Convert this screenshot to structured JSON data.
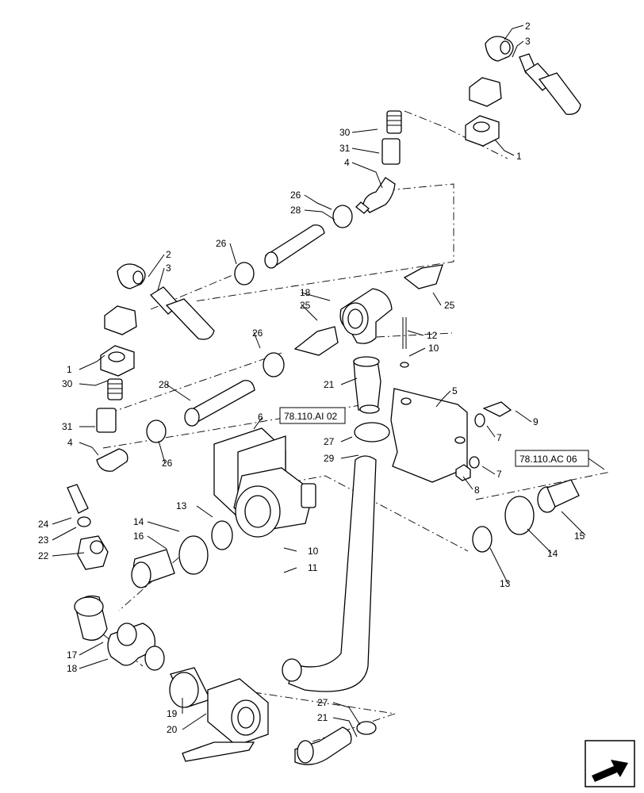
{
  "references": {
    "ref_a": "78.110.AI 02",
    "ref_b": "78.110.AC 06"
  },
  "callouts": {
    "c1a": "1",
    "c1b": "1",
    "c2a": "2",
    "c2b": "2",
    "c3a": "3",
    "c3b": "3",
    "c4a": "4",
    "c4b": "4",
    "c5": "5",
    "c6": "6",
    "c7a": "7",
    "c7b": "7",
    "c8": "8",
    "c9": "9",
    "c10a": "10",
    "c10b": "10",
    "c11": "11",
    "c12": "12",
    "c13a": "13",
    "c13b": "13",
    "c14a": "14",
    "c14b": "14",
    "c15": "15",
    "c16": "16",
    "c17": "17",
    "c18a": "18",
    "c18b": "18",
    "c19": "19",
    "c20": "20",
    "c21a": "21",
    "c21b": "21",
    "c22": "22",
    "c23": "23",
    "c24": "24",
    "c25a": "25",
    "c25b": "25",
    "c26a": "26",
    "c26b": "26",
    "c26c": "26",
    "c26d": "26",
    "c27a": "27",
    "c27b": "27",
    "c28a": "28",
    "c28b": "28",
    "c29": "29",
    "c30a": "30",
    "c30b": "30",
    "c31a": "31",
    "c31b": "31"
  },
  "icons": {
    "nav": "next-page-arrow-icon"
  }
}
